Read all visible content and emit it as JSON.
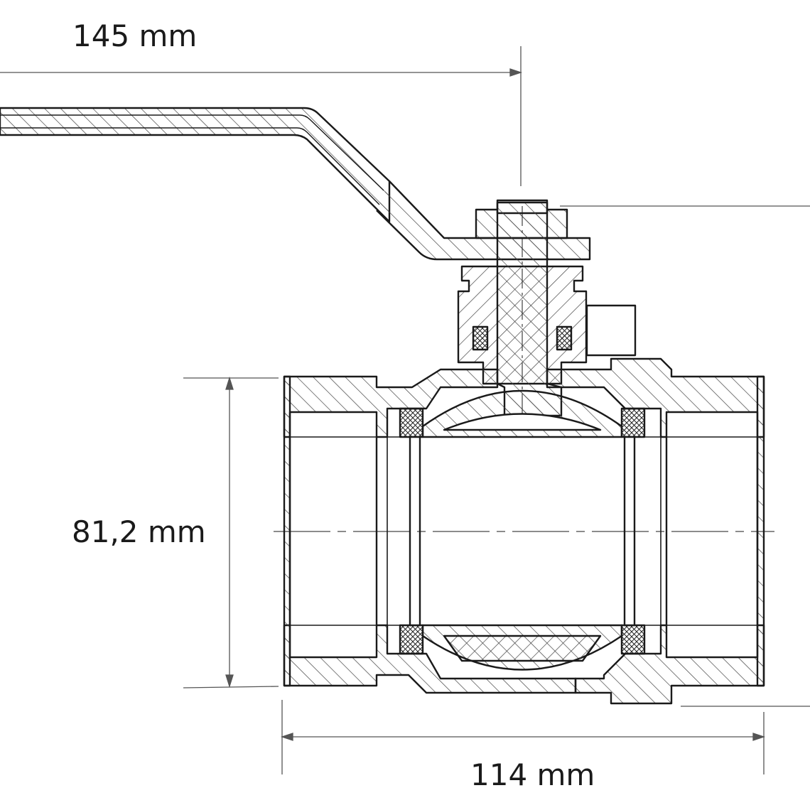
{
  "dimensions": {
    "handle_length": "145 mm",
    "height": "81,2 mm",
    "body_length": "114 mm"
  },
  "colors": {
    "line": "#1a1a1a",
    "hatch": "#444444",
    "dim": "#555555",
    "background": "#ffffff"
  }
}
